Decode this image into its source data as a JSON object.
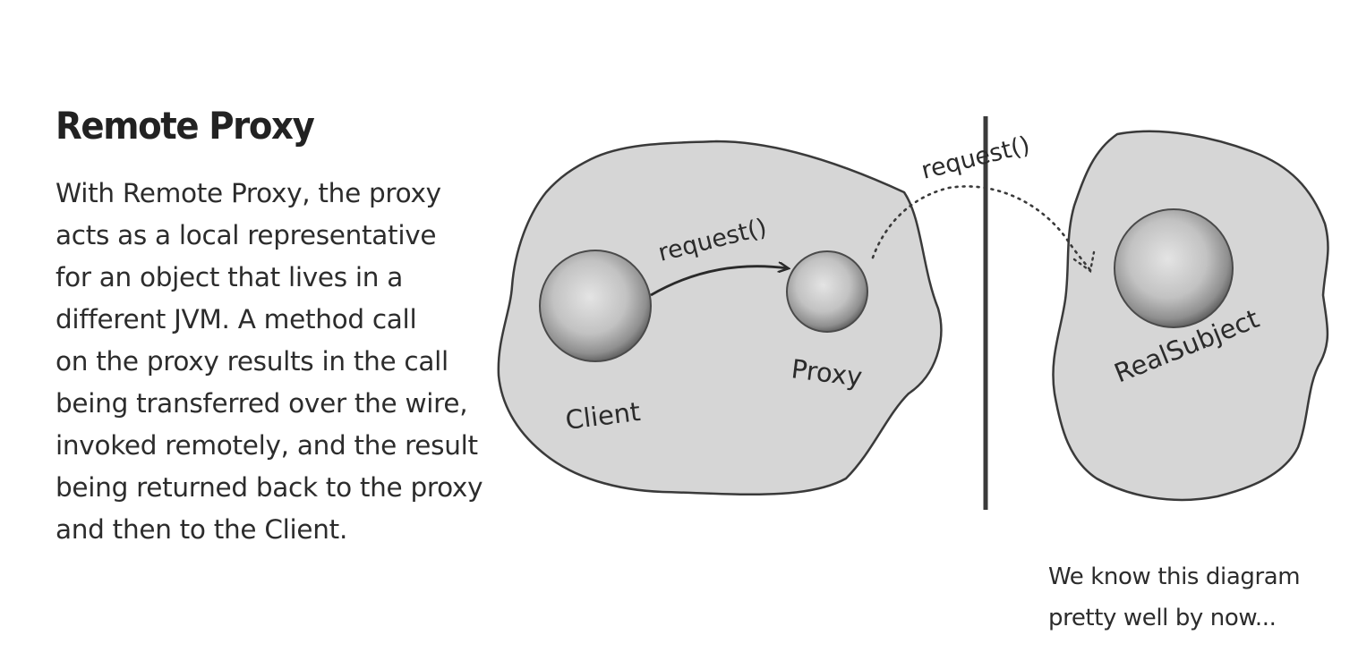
{
  "title": "Remote Proxy",
  "description_lines": [
    "With Remote Proxy, the proxy",
    "acts as a local representative",
    "for an object that lives in a",
    "different JVM. A method call",
    "on the proxy results in the call",
    "being transferred over the wire,",
    "invoked remotely, and the result",
    "being returned back to the proxy",
    "and then to the Client."
  ],
  "diagram": {
    "client_label": "Client",
    "proxy_label": "Proxy",
    "real_subject_label": "RealSubject",
    "local_call_label": "request()",
    "remote_call_label": "request()"
  },
  "caption_lines": [
    "We know this diagram",
    "pretty well by now..."
  ]
}
